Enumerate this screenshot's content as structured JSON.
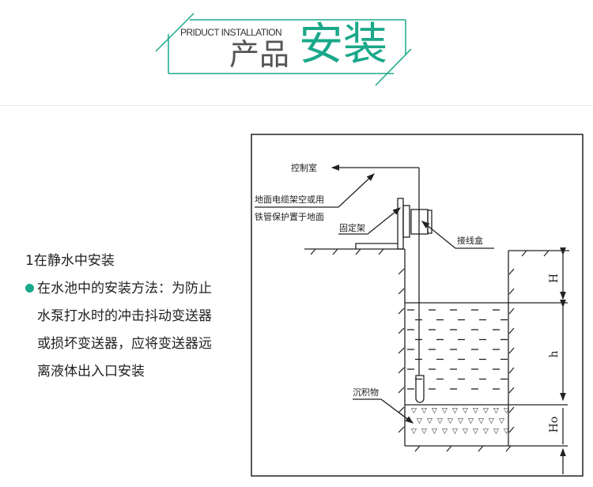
{
  "header": {
    "subtitle_en": "PRIDUCT INSTALLATION",
    "title_part1": "产品",
    "title_part2": "安装",
    "accent_color": "#1aa88a"
  },
  "content": {
    "heading": "1在静水中安装",
    "bullet_lines": [
      "在水池中的安装方法：为防止",
      "水泵打水时的冲击抖动变送器",
      "或损坏变送器，应将变送器远",
      "离液体出入口安装"
    ]
  },
  "diagram": {
    "labels": {
      "control_room": "控制室",
      "cable_line1": "地面电缆架空或用",
      "cable_line2": "铁管保护置于地面",
      "bracket": "固定架",
      "junction_box": "接线盒",
      "sediment": "沉积物"
    },
    "dimensions": {
      "H": "H",
      "h": "h",
      "Ho": "Ho"
    }
  }
}
